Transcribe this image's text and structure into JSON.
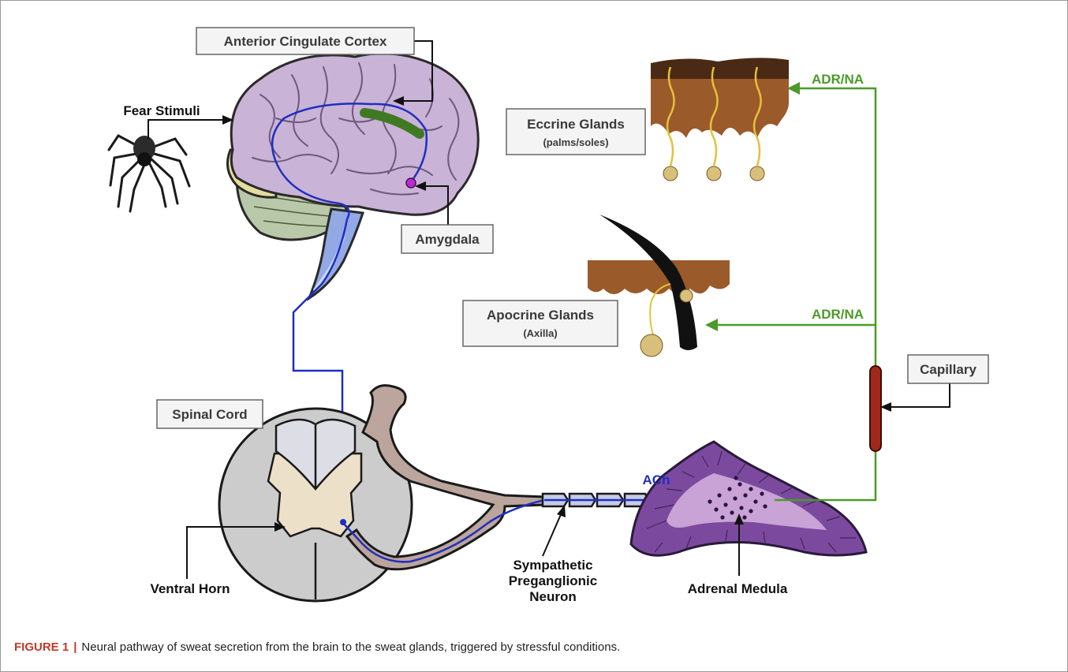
{
  "labels": {
    "anterior_cingulate": "Anterior Cingulate Cortex",
    "fear_stimuli": "Fear Stimuli",
    "amygdala": "Amygdala",
    "eccrine_title": "Eccrine Glands",
    "eccrine_sub": "(palms/soles)",
    "apocrine_title": "Apocrine Glands",
    "apocrine_sub": "(Axilla)",
    "adr_na_top": "ADR/NA",
    "adr_na_mid": "ADR/NA",
    "capillary": "Capillary",
    "spinal_cord": "Spinal Cord",
    "ach": "ACh",
    "ventral_horn": "Ventral Horn",
    "sympathetic_line1": "Sympathetic",
    "sympathetic_line2": "Preganglionic",
    "sympathetic_line3": "Neuron",
    "adrenal_medula": "Adrenal Medula"
  },
  "caption": {
    "head": "FIGURE 1",
    "separator": "|",
    "text": "Neural pathway of sweat secretion from the brain to the sweat glands, triggered by stressful conditions."
  },
  "colors": {
    "neural_path": "#1f2fbf",
    "hormone_path": "#4c9a2a",
    "acc": "#3f7a23",
    "amygdala": "#c026d3",
    "capillary": "#a0291c",
    "brain": "#c9b3d6",
    "adrenal": "#7b4a9e",
    "skin": "#9b5a2a"
  }
}
